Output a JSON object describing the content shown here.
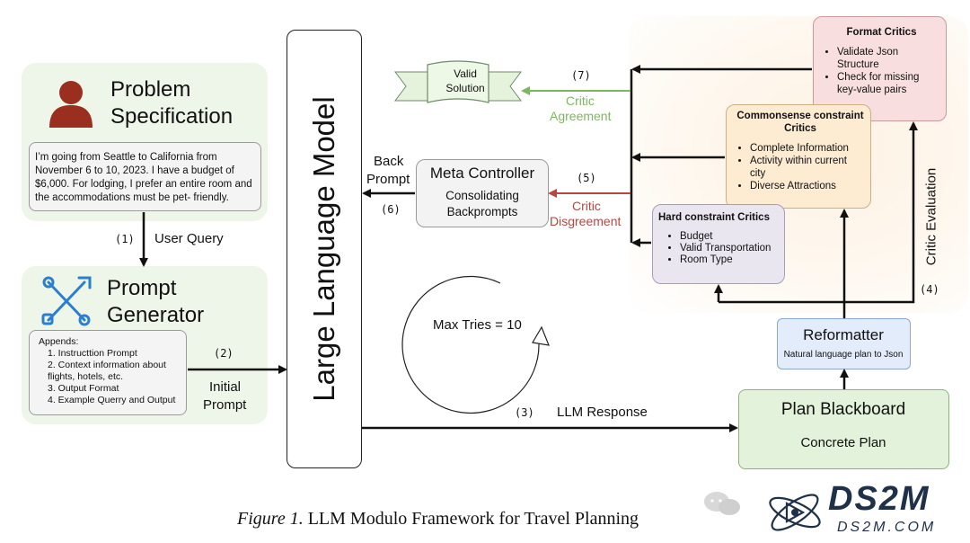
{
  "problem": {
    "title_line1": "Problem",
    "title_line2": "Specification",
    "query_text": "I’m going from Seattle to California from November 6 to 10, 2023. I have a budget of $6,000. For lodging, I prefer an entire room and the accommodations must be pet-   friendly."
  },
  "prompt_gen": {
    "title_line1": "Prompt",
    "title_line2": "Generator",
    "appends_label": "Appends:",
    "items": [
      "1. Instructtion Prompt",
      "2. Context information about flights, hotels, etc.",
      "3. Output Format",
      "4. Example Querry and Output"
    ]
  },
  "llm": {
    "label": "Large Language Model"
  },
  "meta": {
    "title": "Meta Controller",
    "line1": "Consolidating",
    "line2": "Backprompts"
  },
  "valid": {
    "line1": "Valid",
    "line2": "Solution"
  },
  "critics": {
    "format": {
      "title": "Format Critics",
      "items": [
        "Validate Json Structure",
        "Check for missing key-value pairs"
      ]
    },
    "commonsense": {
      "title_line1": "Commonsense constraint",
      "title_line2": "Critics",
      "items": [
        "Complete Information",
        "Activity within current city",
        "Diverse Attractions"
      ]
    },
    "hard": {
      "title": "Hard constraint Critics",
      "items": [
        "Budget",
        "Valid Transportation",
        "Room Type"
      ]
    }
  },
  "reformatter": {
    "title": "Reformatter",
    "subtitle": "Natural language plan to Json"
  },
  "blackboard": {
    "title": "Plan Blackboard",
    "subtitle": "Concrete Plan"
  },
  "loop": {
    "label": "Max Tries = 10"
  },
  "edges": {
    "e1_num": "(1)",
    "e1_label": "User Query",
    "e2_num": "(2)",
    "e2_label1": "Initial",
    "e2_label2": "Prompt",
    "e3_num": "(3)",
    "e3_label": "LLM Response",
    "e4_num": "(4)",
    "e4_label": "Critic Evaluation",
    "e5_num": "(5)",
    "e5_label1": "Critic",
    "e5_label2": "Disgreement",
    "e6_num": "(6)",
    "e6_label1": "Back",
    "e6_label2": "Prompt",
    "e7_num": "(7)",
    "e7_label1": "Critic",
    "e7_label2": "Agreement"
  },
  "caption": {
    "prefix": "Figure 1.",
    "text": " LLM Modulo Framework for Travel Planning"
  },
  "watermark": {
    "brand": "DS2M",
    "site": "DS2M.COM"
  },
  "colors": {
    "green_edge": "#7db85e",
    "red_edge": "#b5483f",
    "icon_red": "#9b2f1f",
    "icon_blue": "#2a7fcf"
  }
}
